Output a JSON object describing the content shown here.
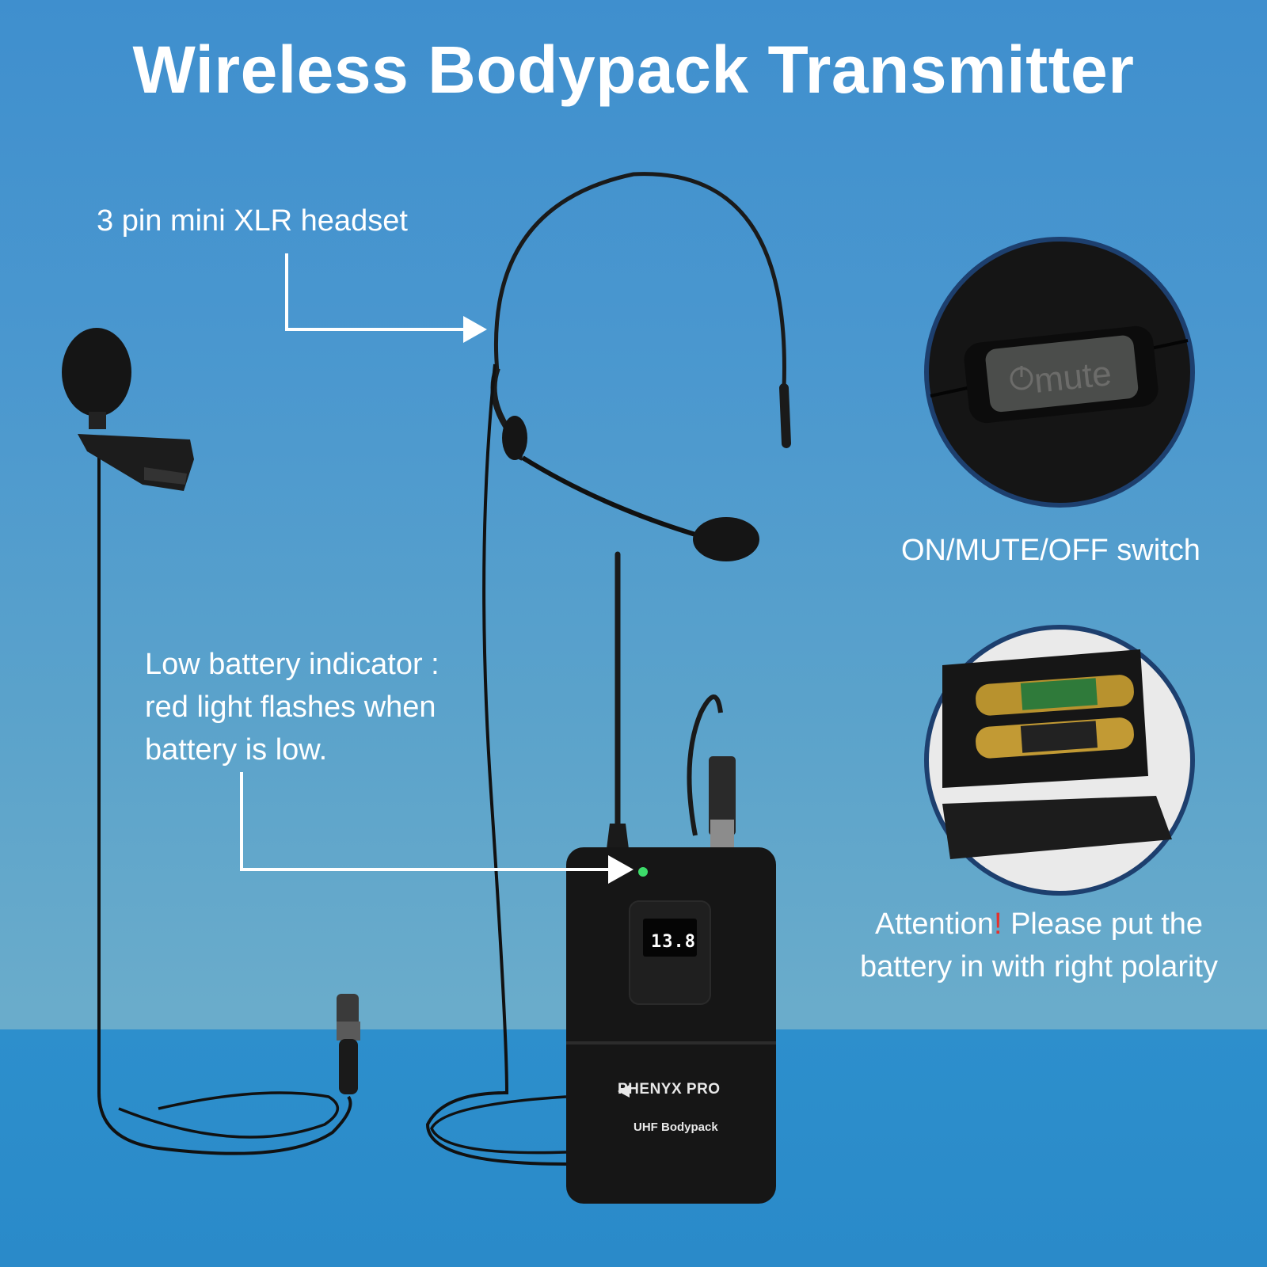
{
  "title": "Wireless Bodypack Transmitter",
  "callouts": {
    "headset": "3 pin mini XLR headset",
    "battery_line1": "Low battery indicator :",
    "battery_line2": "red light flashes when",
    "battery_line3": "battery is low.",
    "switch": "ON/MUTE/OFF switch",
    "attention_word": "Attention",
    "attention_mark": "!",
    "attention_rest": " Please put the",
    "attention_line2": "battery in with right polarity"
  },
  "device": {
    "brand": "PHENYX PRO",
    "model": "UHF Bodypack",
    "lcd_channel": "13.8",
    "mute_button": "mute"
  },
  "colors": {
    "background": "#4593cf",
    "text": "#ffffff",
    "attention_mark": "#e5322d",
    "device_body": "#1a1a1a",
    "indicator_led": "#3ddc6a"
  }
}
